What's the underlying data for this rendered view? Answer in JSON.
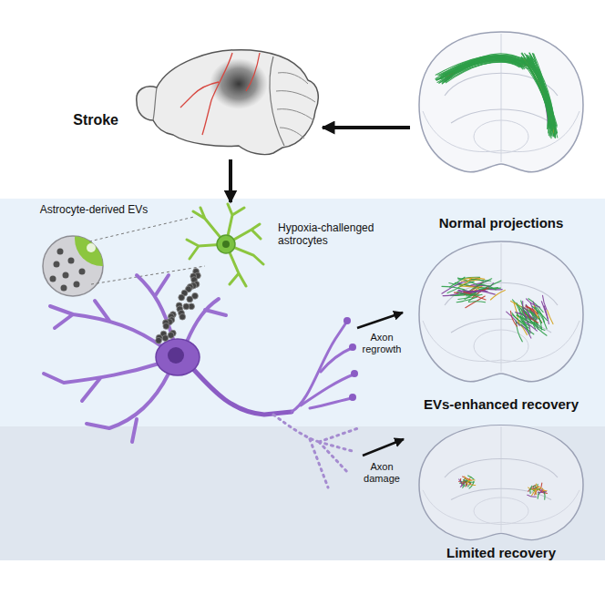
{
  "diagram": {
    "nodes": [
      {
        "text": [
          "Stroke"
        ]
      },
      {
        "text": [
          "Normal projections"
        ]
      },
      {
        "text": [
          "Astrocyte-derived EVs"
        ]
      },
      {
        "text": [
          "Hypoxia-challenged astrocytes"
        ]
      },
      {
        "text": [
          "EVs-enhanced recovery"
        ]
      },
      {
        "text": [
          "Limited recovery"
        ]
      }
    ],
    "edges": [
      {
        "from": 1,
        "to": 0,
        "arrow": "to"
      },
      {
        "from": 0,
        "to": 3,
        "arrow": "to"
      }
    ],
    "labels": [
      "Axon regrowth",
      "Axon damage"
    ]
  }
}
